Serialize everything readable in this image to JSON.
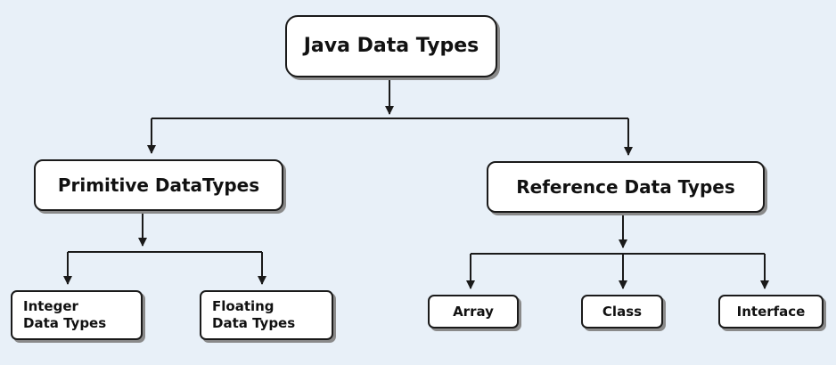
{
  "diagram": {
    "root": {
      "label": "Java Data Types"
    },
    "primitive": {
      "label": "Primitive DataTypes",
      "children": [
        {
          "line1": "Integer",
          "line2": "Data Types"
        },
        {
          "line1": "Floating",
          "line2": "Data Types"
        }
      ]
    },
    "reference": {
      "label": "Reference Data Types",
      "children": [
        {
          "label": "Array"
        },
        {
          "label": "Class"
        },
        {
          "label": "Interface"
        }
      ]
    }
  },
  "colors": {
    "background": "#e8f0f8",
    "node_fill": "#ffffff",
    "node_border": "#1a1a1a",
    "connector": "#1a1a1a"
  }
}
